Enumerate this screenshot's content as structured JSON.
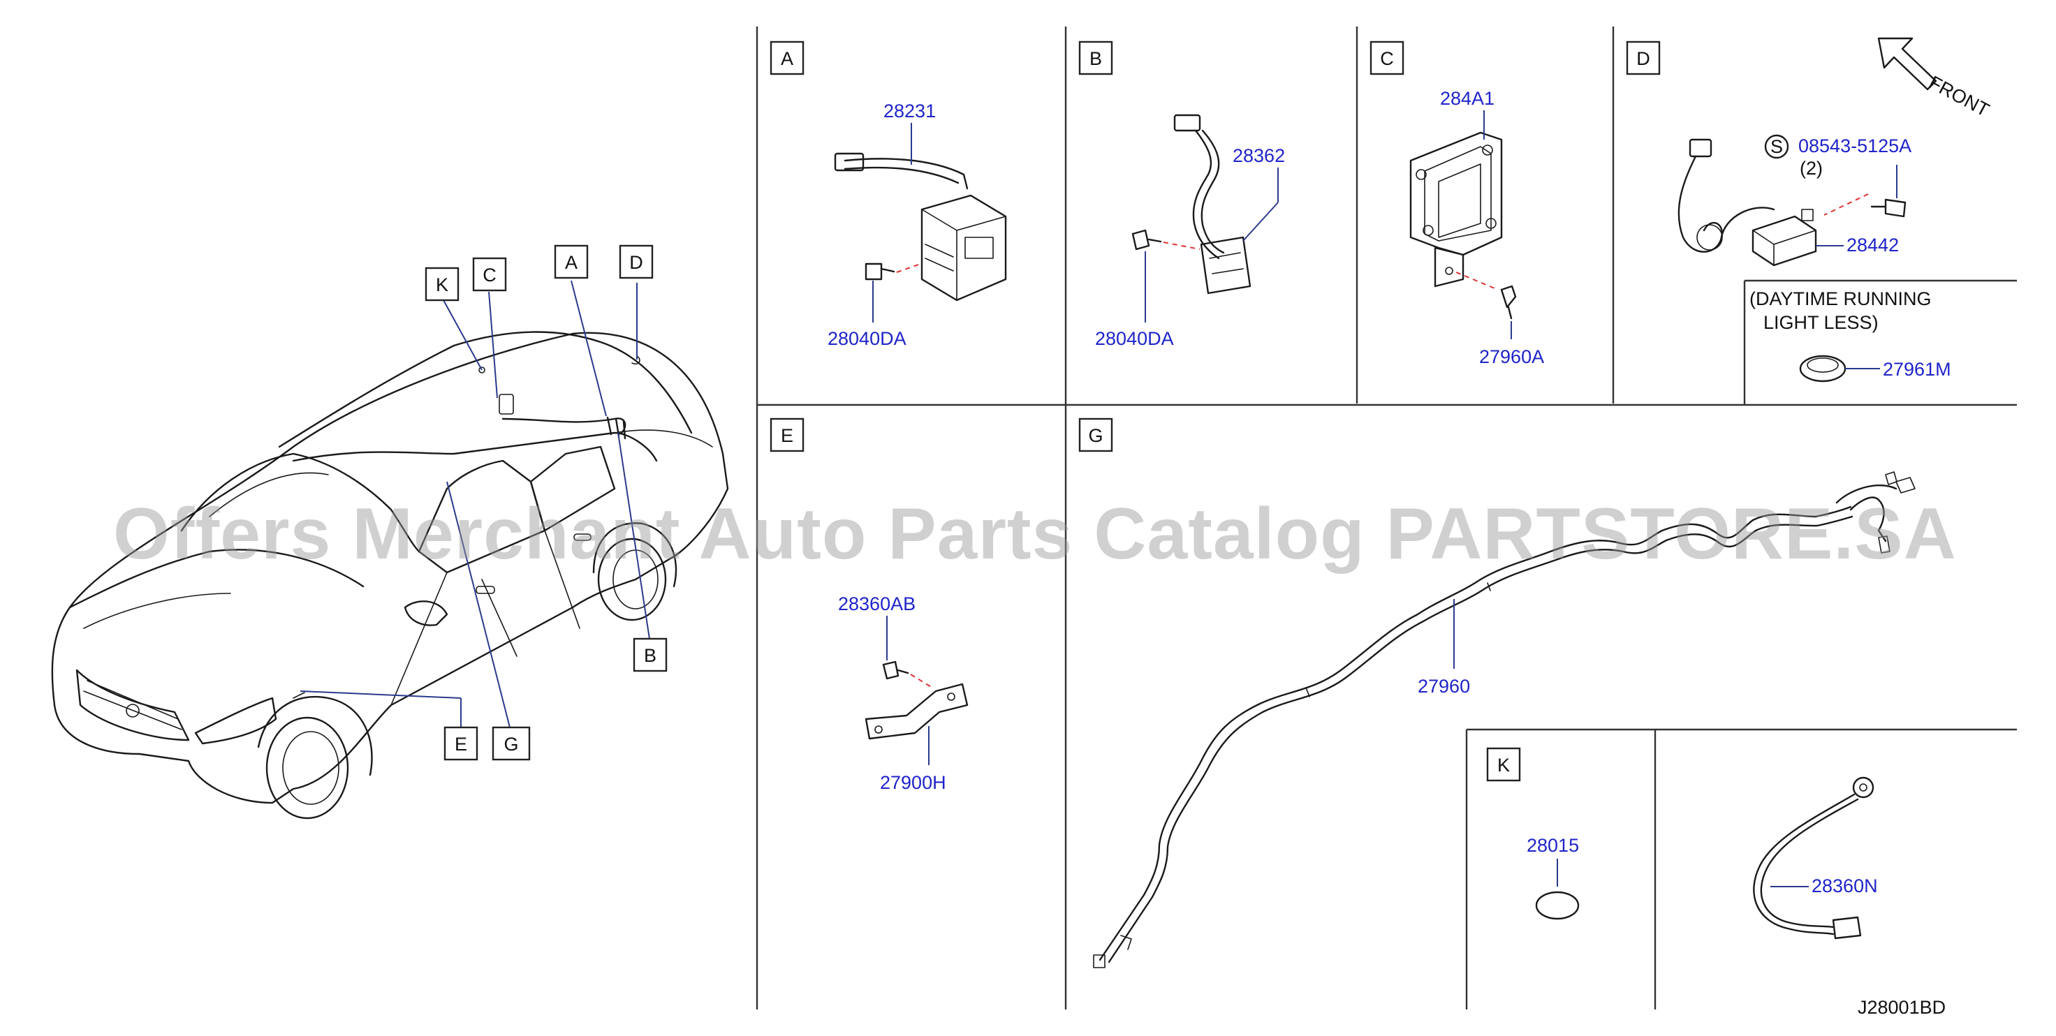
{
  "callouts": [
    "K",
    "C",
    "A",
    "D",
    "B",
    "E",
    "G"
  ],
  "sections": {
    "A": {
      "label": "A",
      "parts": [
        "28231",
        "28040DA"
      ]
    },
    "B": {
      "label": "B",
      "parts": [
        "28362",
        "28040DA"
      ]
    },
    "C": {
      "label": "C",
      "parts": [
        "284A1",
        "27960A"
      ]
    },
    "D": {
      "label": "D",
      "parts": [
        "08543-5125A",
        "(2)",
        "28442",
        "27961M"
      ],
      "screw_symbol": "S",
      "front_label": "FRONT",
      "note_line1": "(DAYTIME   RUNNING",
      "note_line2": "LIGHT  LESS)"
    },
    "E": {
      "label": "E",
      "parts": [
        "28360AB",
        "27900H"
      ]
    },
    "G": {
      "label": "G",
      "parts": [
        "27960"
      ]
    },
    "K": {
      "label": "K",
      "parts": [
        "28015",
        "28360N"
      ]
    }
  },
  "diagram_code": "J28001BD",
  "watermark": "Offers Merchant Auto Parts Catalog PARTSTORE.SA"
}
